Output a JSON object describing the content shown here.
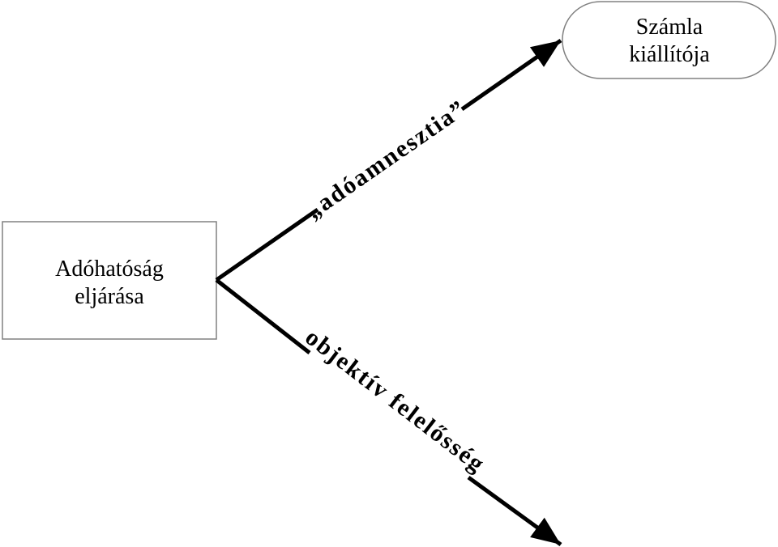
{
  "source_box": {
    "line1": "Adóhatóság",
    "line2": "eljárása"
  },
  "target_box": {
    "line1": "Számla",
    "line2": "kiállítója"
  },
  "edges": {
    "upper_label": "„adóamnesztia”",
    "lower_label": "objektív felelősség"
  },
  "colors": {
    "stroke": "#000000",
    "box_border": "#808080",
    "background": "#ffffff"
  }
}
